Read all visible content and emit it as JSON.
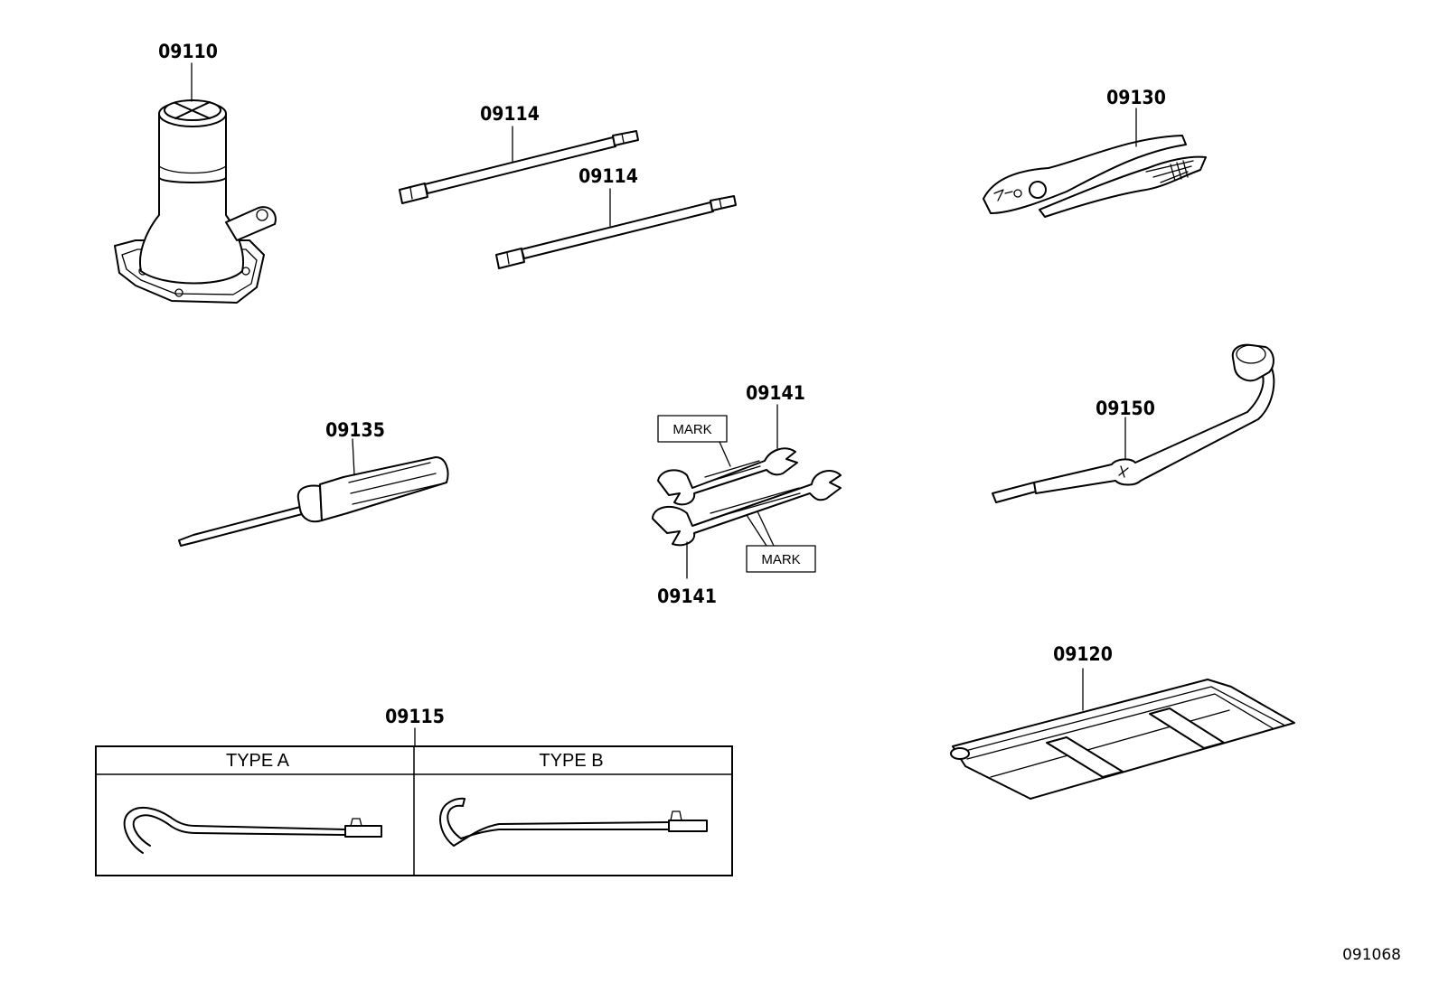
{
  "parts": {
    "jack": "09110",
    "jack_handle_1": "09114",
    "jack_handle_2": "09114",
    "pliers": "09130",
    "screwdriver": "09135",
    "wrench_upper": "09141",
    "wrench_lower": "09141",
    "wheel_nut_wrench": "09150",
    "tool_bag": "09120",
    "towing_hook": "09115"
  },
  "labels": {
    "mark_upper": "MARK",
    "mark_lower": "MARK",
    "type_a": "TYPE A",
    "type_b": "TYPE B"
  },
  "reference_code": "091068"
}
